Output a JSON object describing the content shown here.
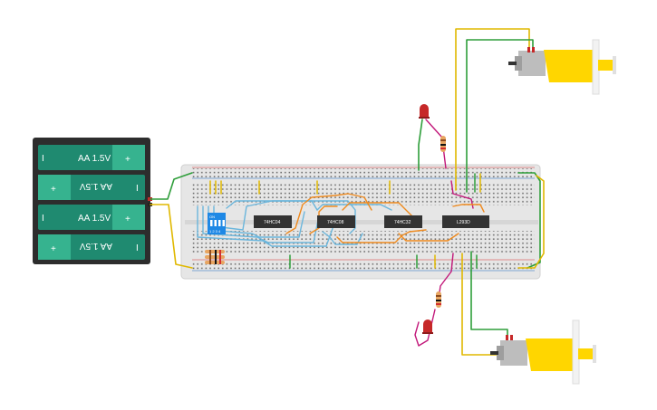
{
  "battery": {
    "cells": [
      {
        "label": "AA 1.5V",
        "flipped": false
      },
      {
        "label": "AA 1.5V",
        "flipped": true
      },
      {
        "label": "AA 1.5V",
        "flipped": false
      },
      {
        "label": "AA 1.5V",
        "flipped": true
      }
    ]
  },
  "chips": [
    {
      "label": "74HC04"
    },
    {
      "label": "74HC08"
    },
    {
      "label": "74HC32"
    },
    {
      "label": "L293D"
    }
  ],
  "dip_switch": {
    "label": "ON",
    "pins": "1 2 3 4"
  },
  "colors": {
    "battery_body": "#2d2d2d",
    "battery_cell": "#1f8a70",
    "battery_terminal": "#36b38f",
    "breadboard": "#e6e6e6",
    "chip": "#333333",
    "dip_switch": "#1e88e5",
    "motor": "#ffd600",
    "led": "#c62828",
    "wire_green": "#2e9e3a",
    "wire_yellow": "#e0b800",
    "wire_orange": "#ef8a1e",
    "wire_blue": "#6bb6dc",
    "wire_pink": "#c2187a"
  }
}
